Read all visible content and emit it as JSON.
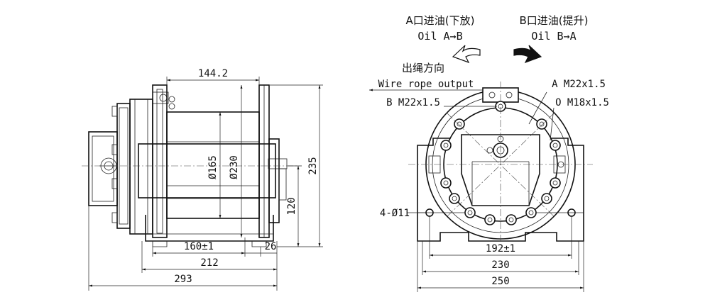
{
  "arrows": {
    "lower_cn": "A口进油(下放)",
    "lower_en": "Oil A→B",
    "lift_cn": "B口进油(提升)",
    "lift_en": "Oil B→A"
  },
  "rope": {
    "direction_cn": "出绳方向",
    "direction_en": "Wire rope output"
  },
  "ports": {
    "a": "A M22x1.5",
    "b": "B M22x1.5",
    "o": "O M18x1.5"
  },
  "side_view_dims": {
    "top_width": "144.2",
    "drum_dia": "Ø165",
    "flange_dia": "Ø230",
    "height": "235",
    "center_height": "120",
    "inner_span": "160±1",
    "foot_offset": "26",
    "base_length": "212",
    "overall_length": "293"
  },
  "front_view_dims": {
    "holes": "4-Ø11",
    "hole_span": "192±1",
    "base_width": "230",
    "overall_width": "250"
  }
}
